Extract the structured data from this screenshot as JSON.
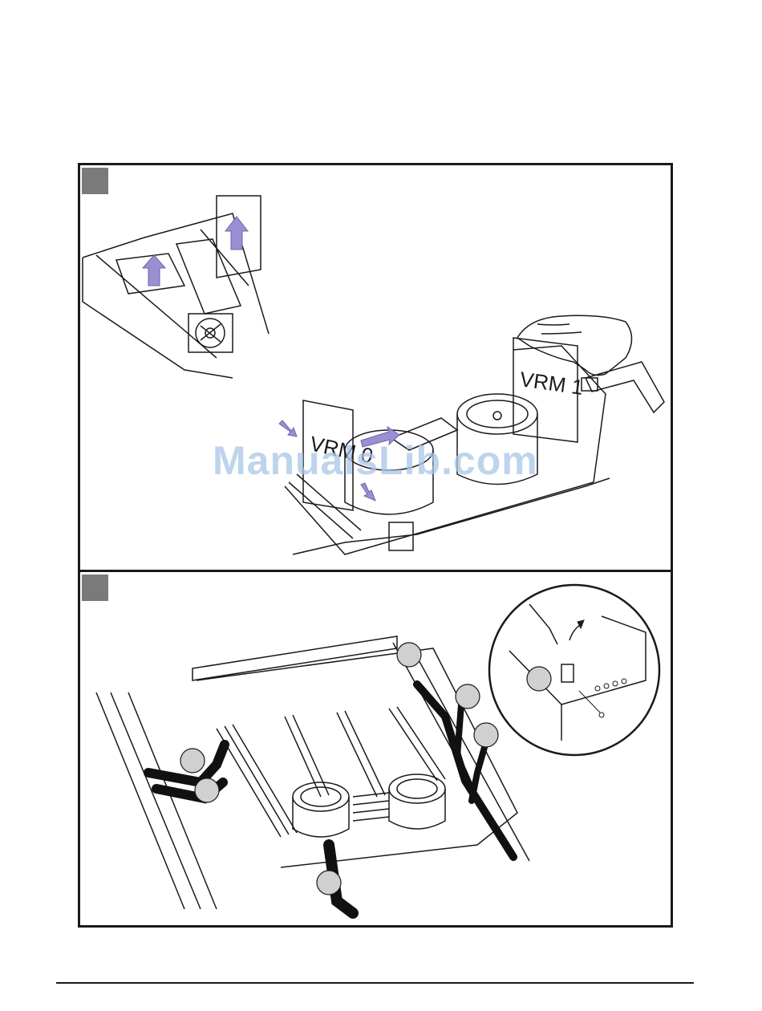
{
  "panel1": {
    "vrm_left_label": "VRM 0",
    "vrm_right_label": "VRM 1"
  },
  "watermark": "ManualsLib.com",
  "colors": {
    "frame": "#1a1a1a",
    "step_marker": "#7a7a7a",
    "arrow": "#9b8fd4",
    "callout": "#d0d0d0"
  }
}
